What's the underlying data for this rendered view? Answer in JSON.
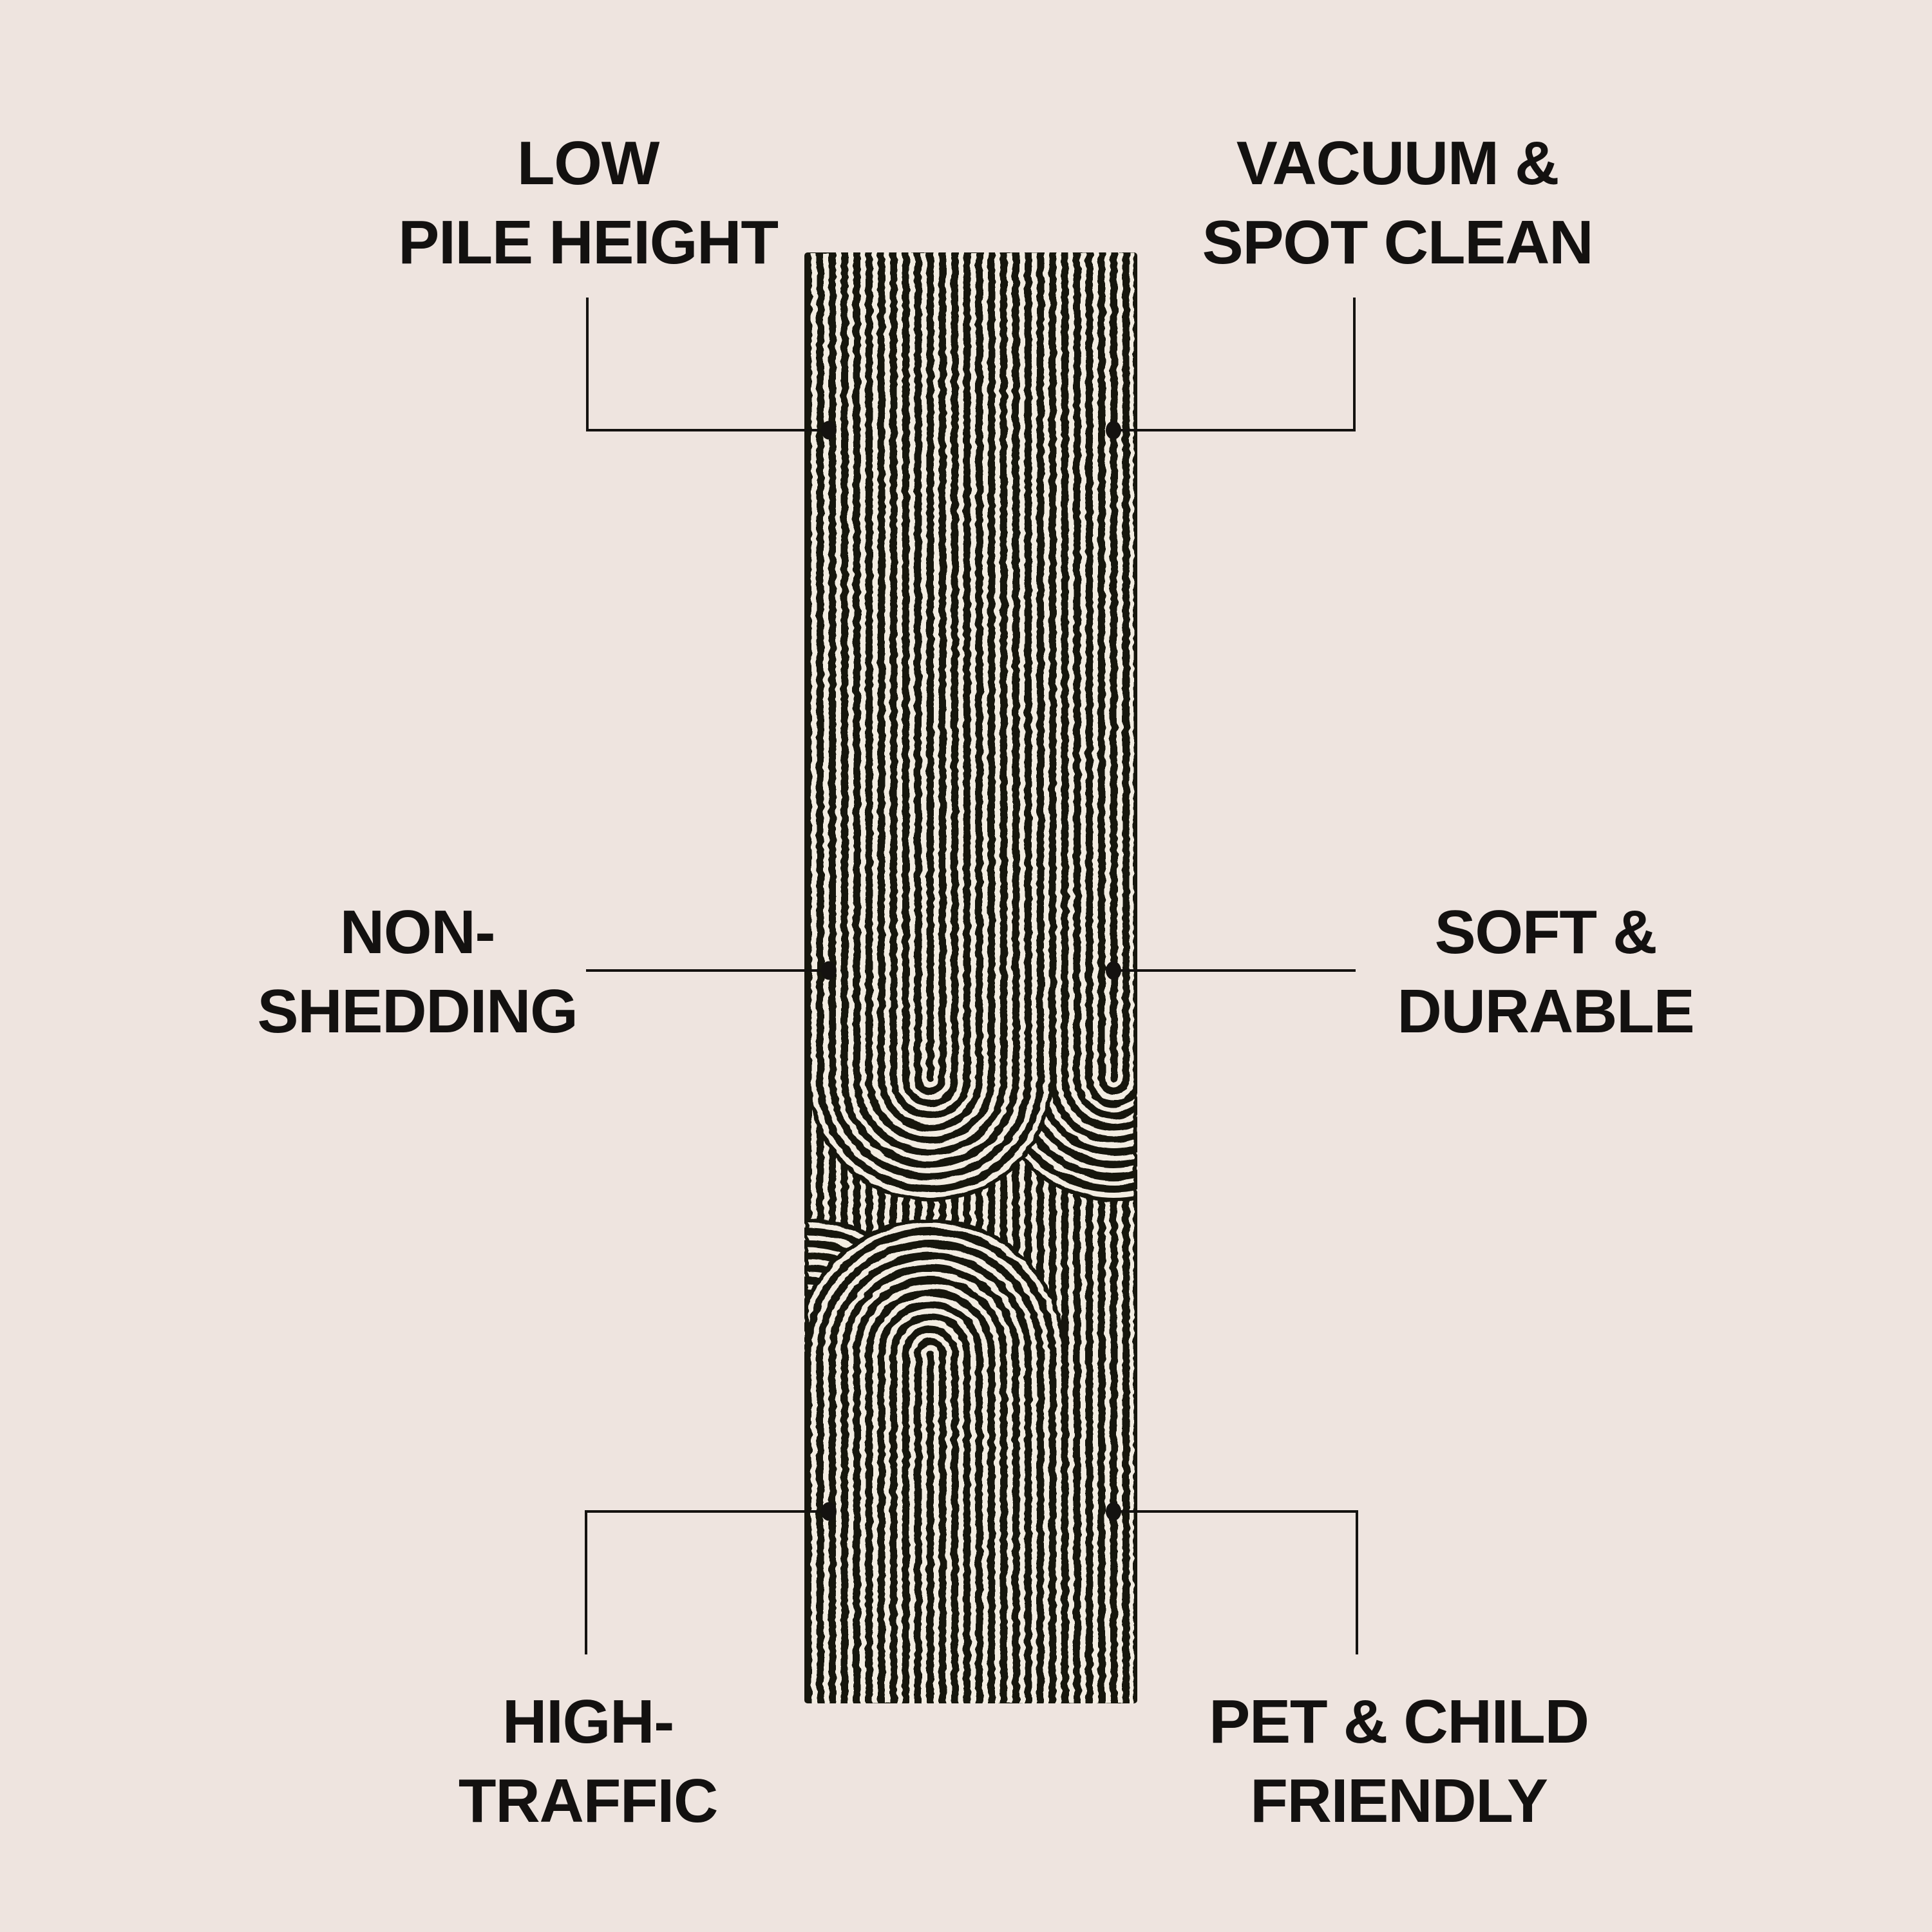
{
  "title": "Rug feature infographic",
  "colors": {
    "background": "#EEE4DF",
    "rug-black": "#18130F",
    "rug-cream": "#F3EDE2",
    "line": "#141210",
    "text": "#131110"
  },
  "rug": {
    "description": "Black and cream runner rug with vertical stripes and concentric arch motifs"
  },
  "callouts": {
    "top_left": {
      "line1": "LOW",
      "line2": "PILE HEIGHT"
    },
    "top_right": {
      "line1": "VACUUM &",
      "line2": "SPOT CLEAN"
    },
    "mid_left": {
      "line1": "NON-",
      "line2": "SHEDDING"
    },
    "mid_right": {
      "line1": "SOFT &",
      "line2": "DURABLE"
    },
    "bottom_left": {
      "line1": "HIGH-",
      "line2": "TRAFFIC"
    },
    "bottom_right": {
      "line1": "PET & CHILD",
      "line2": "FRIENDLY"
    }
  }
}
